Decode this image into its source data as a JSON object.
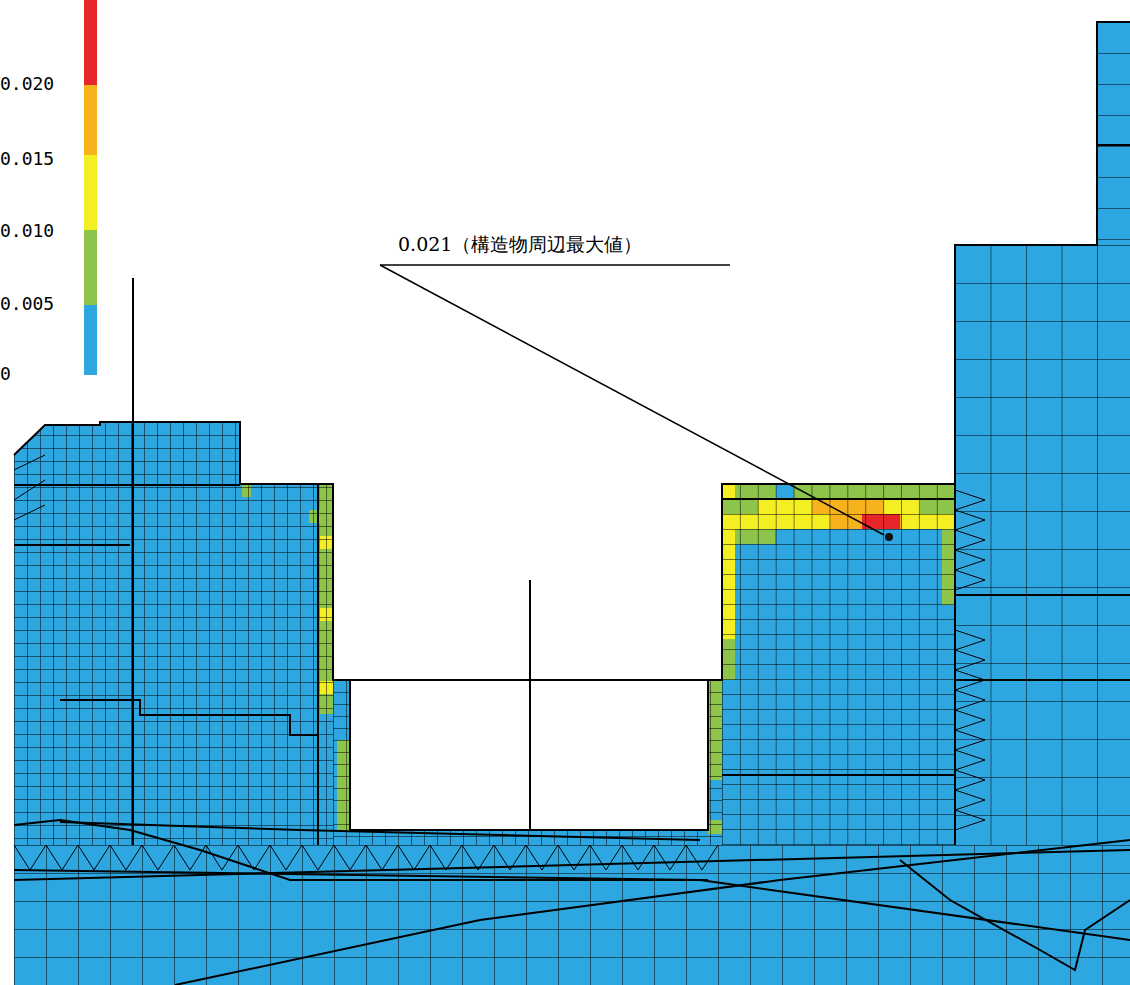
{
  "diagram": {
    "labels": [
      "0.020",
      "0.015",
      "0.010",
      "0.005",
      "0",
      "0.021（構造物周辺最大値）"
    ]
  }
}
